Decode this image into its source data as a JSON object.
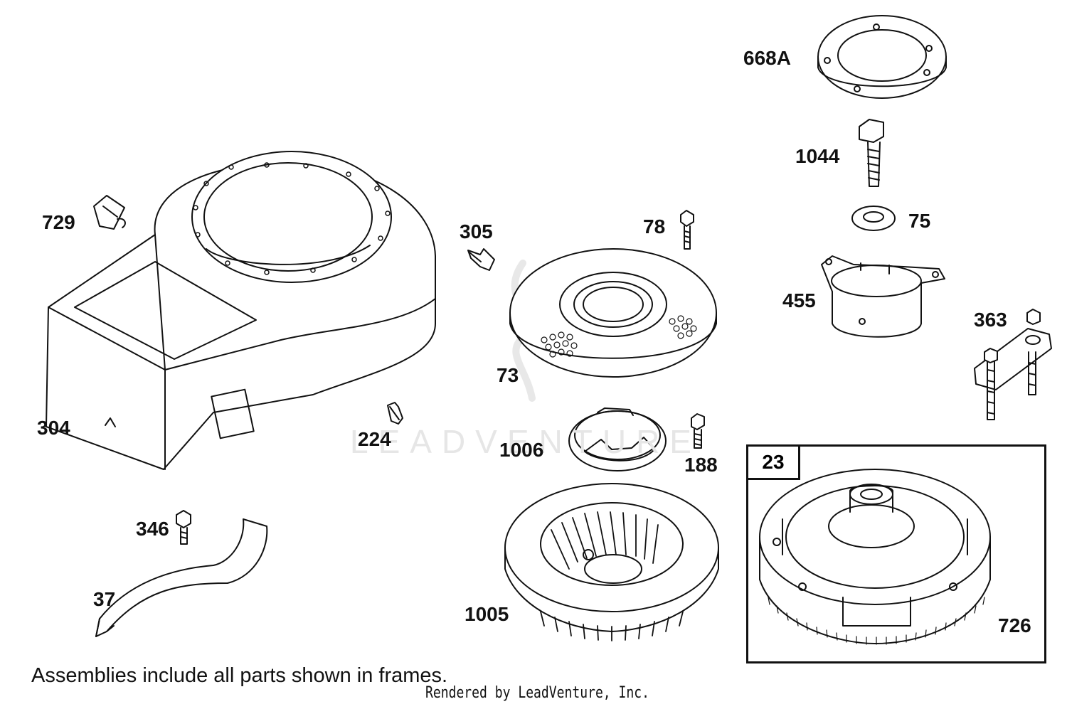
{
  "watermark": "LEADVENTURE",
  "labels": {
    "p668A": "668A",
    "p1044": "1044",
    "p75": "75",
    "p455": "455",
    "p363": "363",
    "p729": "729",
    "p305": "305",
    "p78": "78",
    "p73": "73",
    "p304": "304",
    "p224": "224",
    "p1006": "1006",
    "p188": "188",
    "p346": "346",
    "p37": "37",
    "p1005": "1005",
    "p23": "23",
    "p726": "726"
  },
  "footer": {
    "note": "Assemblies include all parts shown in frames.",
    "rendered_by": "Rendered by LeadVenture, Inc."
  }
}
